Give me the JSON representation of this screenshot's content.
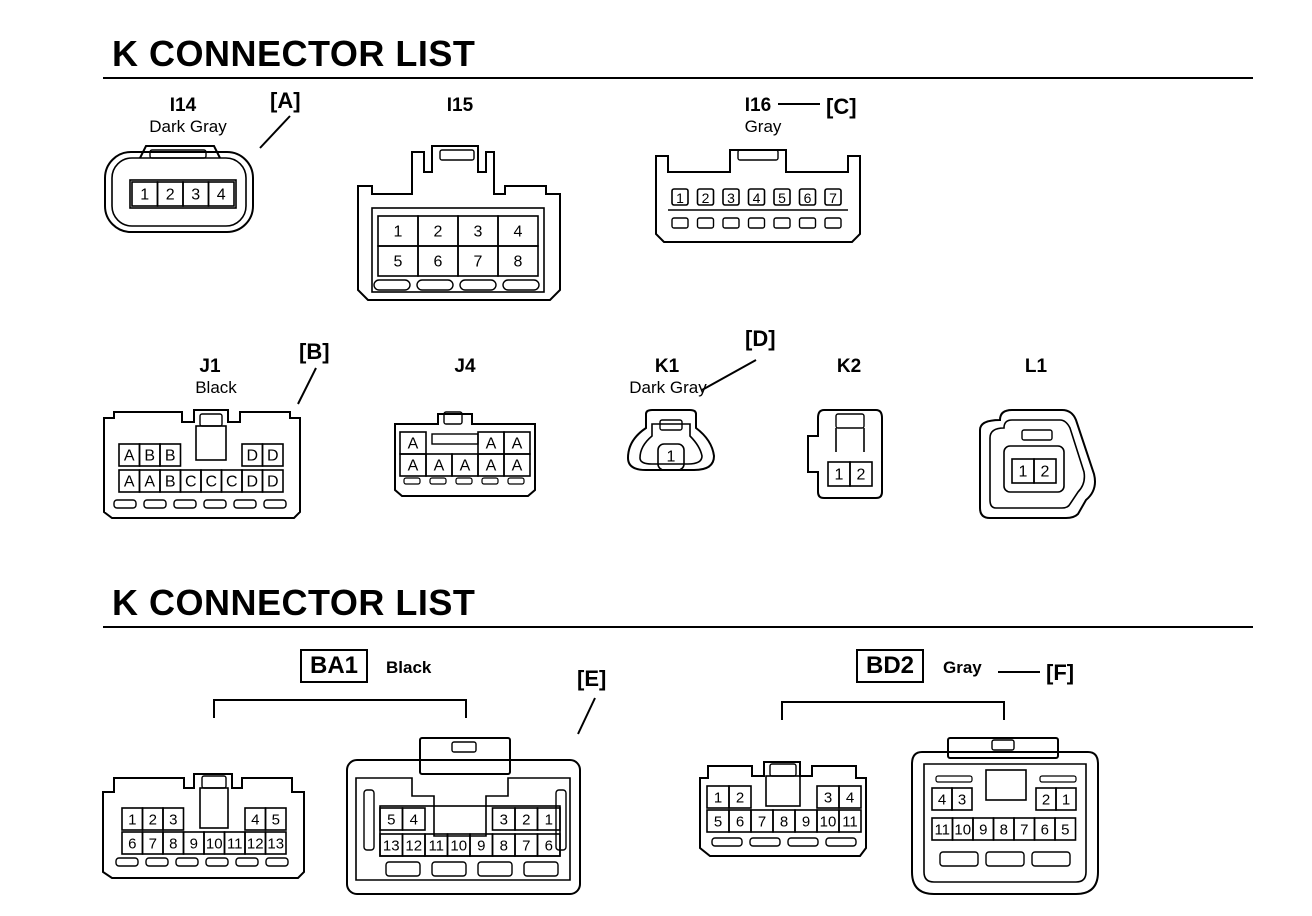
{
  "sections": [
    {
      "title": "K  CONNECTOR LIST"
    },
    {
      "title": "K  CONNECTOR LIST"
    }
  ],
  "connectors": {
    "i14": {
      "name": "I14",
      "color": "Dark Gray",
      "callout": "[A]",
      "pins": [
        "1",
        "2",
        "3",
        "4"
      ]
    },
    "i15": {
      "name": "I15",
      "pins": [
        "1",
        "2",
        "3",
        "4",
        "5",
        "6",
        "7",
        "8"
      ]
    },
    "i16": {
      "name": "I16",
      "color": "Gray",
      "callout": "[C]",
      "pins": [
        "1",
        "2",
        "3",
        "4",
        "5",
        "6",
        "7"
      ]
    },
    "j1": {
      "name": "J1",
      "color": "Black",
      "callout": "[B]",
      "row1": [
        "A",
        "B",
        "B",
        "",
        "",
        "",
        "D",
        "D"
      ],
      "row2": [
        "A",
        "A",
        "B",
        "C",
        "C",
        "C",
        "D",
        "D"
      ]
    },
    "j4": {
      "name": "J4",
      "row1": [
        "A",
        "",
        "",
        "A",
        "A"
      ],
      "row2": [
        "A",
        "A",
        "A",
        "A",
        "A"
      ]
    },
    "k1": {
      "name": "K1",
      "color": "Dark Gray",
      "callout": "[D]",
      "pins": [
        "1"
      ]
    },
    "k2": {
      "name": "K2",
      "pins": [
        "1",
        "2"
      ]
    },
    "l1": {
      "name": "L1",
      "pins": [
        "1",
        "2"
      ]
    },
    "ba1": {
      "name": "BA1",
      "color": "Black",
      "callout": "[E]",
      "left_row1": [
        "1",
        "2",
        "3",
        "",
        "",
        "",
        "4",
        "5"
      ],
      "left_row2": [
        "6",
        "7",
        "8",
        "9",
        "10",
        "11",
        "12",
        "13"
      ],
      "right_row1": [
        "5",
        "4",
        "",
        "",
        "",
        "3",
        "2",
        "1"
      ],
      "right_row2": [
        "13",
        "12",
        "11",
        "10",
        "9",
        "8",
        "7",
        "6"
      ]
    },
    "bd2": {
      "name": "BD2",
      "color": "Gray",
      "callout": "[F]",
      "left_row1": [
        "1",
        "2",
        "",
        "",
        "",
        "3",
        "4"
      ],
      "left_row2": [
        "5",
        "6",
        "7",
        "8",
        "9",
        "10",
        "11"
      ],
      "right_row1": [
        "4",
        "3",
        "",
        "",
        "2",
        "1"
      ],
      "right_row2": [
        "11",
        "10",
        "9",
        "8",
        "7",
        "6",
        "5"
      ]
    }
  }
}
